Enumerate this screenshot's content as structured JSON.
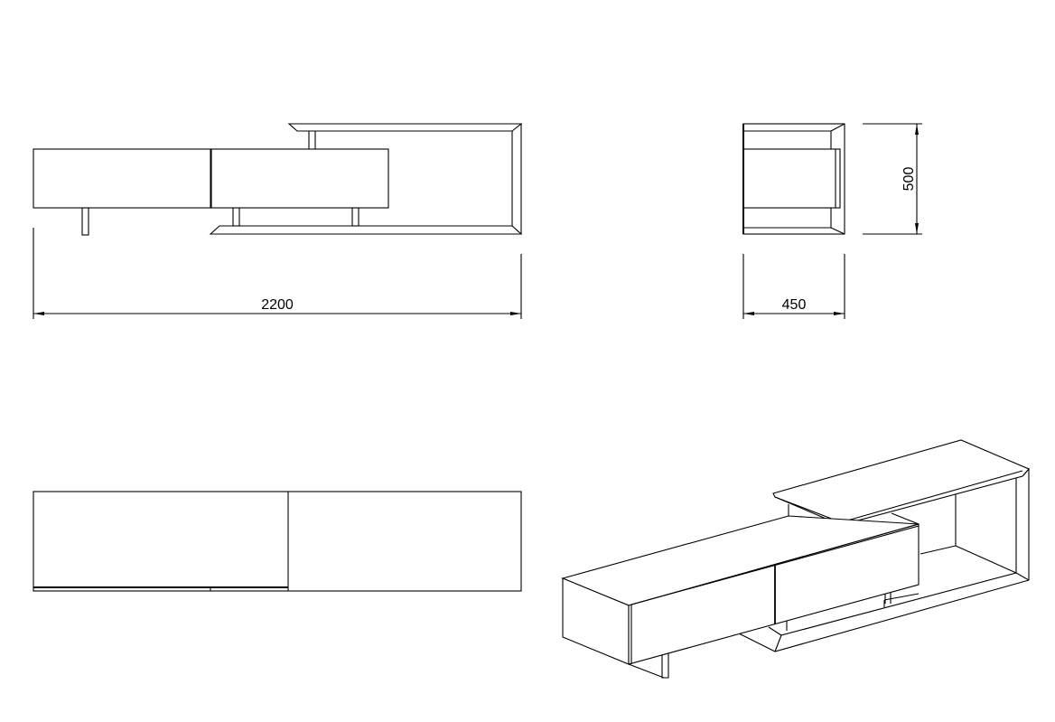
{
  "drawing": {
    "front_view": {
      "width_dimension": "2200"
    },
    "side_view": {
      "depth_dimension": "450",
      "height_dimension": "500"
    },
    "colors": {
      "line": "#000000",
      "background": "#ffffff"
    }
  }
}
